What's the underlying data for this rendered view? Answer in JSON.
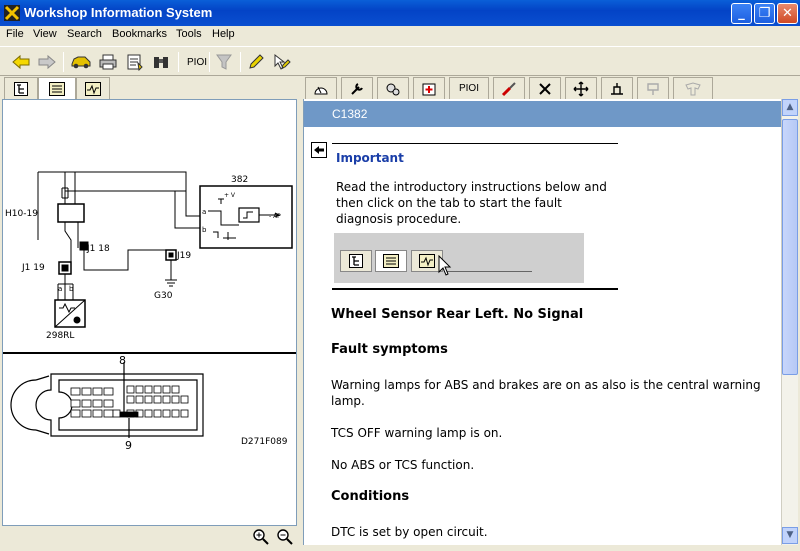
{
  "window": {
    "title": "Workshop Information System"
  },
  "menu": {
    "items": [
      "File",
      "View",
      "Search",
      "Bookmarks",
      "Tools",
      "Help"
    ]
  },
  "toolbar": {
    "pioi_label": "PIOI",
    "icons": [
      "back-arrow-icon",
      "forward-arrow-icon",
      "car-icon",
      "print-icon",
      "notepad-icon",
      "binoculars-icon",
      "pioi-icon",
      "filter-icon",
      "pen-icon",
      "pen-cursor-icon"
    ]
  },
  "right_tabs": {
    "pioi_label": "PIOI"
  },
  "diagram": {
    "labels": {
      "connector_382": "382",
      "h10_19": "H10-19",
      "j1_18": "J1  18",
      "j1_19": "J1  19",
      "j19": "J19",
      "g30": "G30",
      "sensor_298rl": "298RL",
      "pin_a": "a",
      "pin_b": "b",
      "plus_v": "+ V",
      "ap": "- AP",
      "pin_8": "8",
      "pin_9": "9",
      "figure_id": "D271F089"
    }
  },
  "document": {
    "code": "C1382",
    "important_title": "Important",
    "important_text": "Read the introductory instructions below and then click on the tab to start the fault diagnosis procedure.",
    "heading": "Wheel Sensor Rear Left. No Signal",
    "fault_symptoms_heading": "Fault symptoms",
    "symptom_1": "Warning lamps for ABS and brakes are on as also is the central warning lamp.",
    "symptom_2": "TCS OFF warning lamp is on.",
    "symptom_3": "No ABS or TCS function.",
    "conditions_heading": "Conditions",
    "condition_1": "DTC is set by open circuit."
  },
  "colors": {
    "titlebar": "#0343c6",
    "doc_header": "#6f98c7",
    "important_title": "#1a3ea8"
  }
}
